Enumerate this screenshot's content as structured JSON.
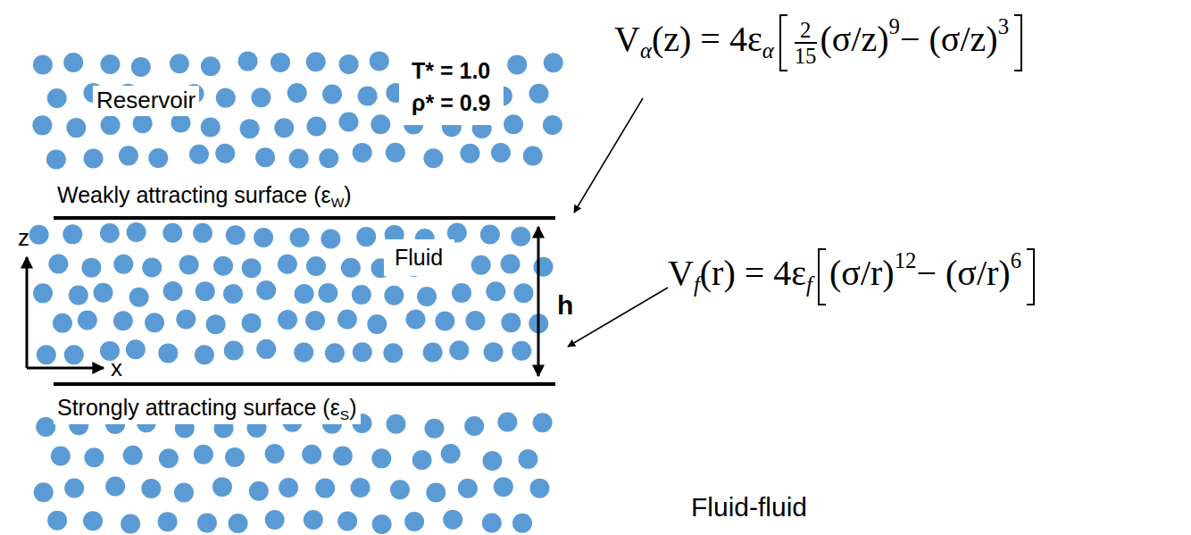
{
  "diagram": {
    "nodes": [
      {
        "text": [
          "T* = 1.0",
          "ρ* = 0.9"
        ]
      },
      {
        "text": [
          "Fluid"
        ]
      }
    ],
    "labels": [
      "Reservoir",
      "Weakly attracting surface (ε",
      "W",
      ")",
      "z",
      "x",
      "h",
      "Strongly attracting surface (ε",
      "S",
      ")",
      "V",
      "α",
      "(z) = 4ε",
      "α",
      "2",
      "15",
      "(σ/z)",
      "9",
      "− (σ/z)",
      "3",
      "V",
      "f",
      "(r) = 4ε",
      "f",
      "(σ/r)",
      "12",
      "− (σ/r)",
      "6",
      "Fluid-fluid"
    ]
  }
}
